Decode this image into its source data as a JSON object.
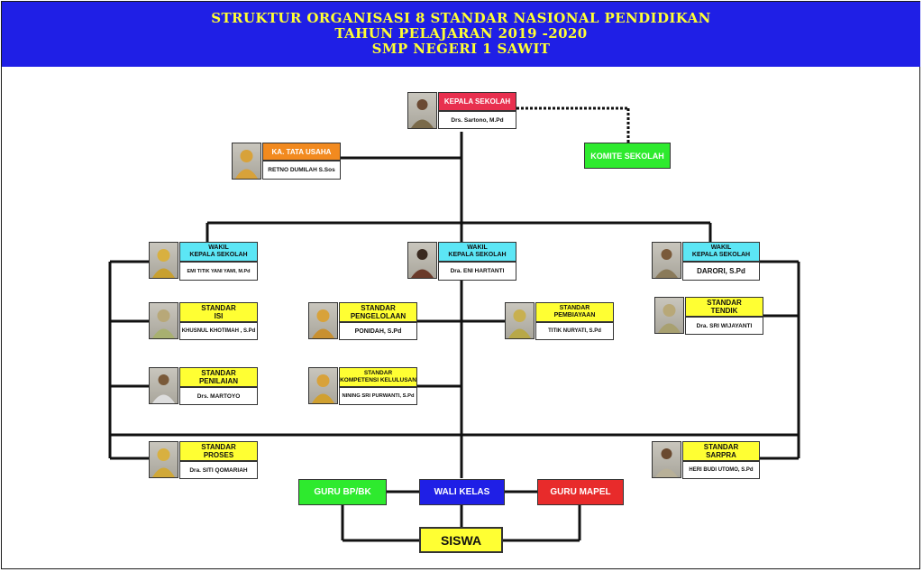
{
  "header": {
    "line1": "STRUKTUR ORGANISASI 8 STANDAR NASIONAL PENDIDIKAN",
    "line2": "TAHUN PELAJARAN 2019 -2020",
    "line3": "SMP NEGERI 1 SAWIT"
  },
  "kepala_sekolah": {
    "title": "KEPALA SEKOLAH",
    "name": "Drs. Sartono, M.Pd"
  },
  "tata_usaha": {
    "title": "KA. TATA USAHA",
    "name": "RETNO DUMILAH S.Sos"
  },
  "komite": {
    "label": "KOMITE SEKOLAH"
  },
  "wakil_1": {
    "title": "WAKIL\nKEPALA SEKOLAH",
    "name": "EMI TITIK YANI YAMI, M.Pd"
  },
  "wakil_2": {
    "title": "WAKIL\nKEPALA SEKOLAH",
    "name": "Dra. ENI HARTANTI"
  },
  "wakil_3": {
    "title": "WAKIL\nKEPALA SEKOLAH",
    "name": "DARORI, S.Pd"
  },
  "standar_isi": {
    "title": "STANDAR\nISI",
    "name": "KHUSNUL KHOTIMAH , S.Pd"
  },
  "standar_penilaian": {
    "title": "STANDAR\nPENILAIAN",
    "name": "Drs. MARTOYO"
  },
  "standar_proses": {
    "title": "STANDAR\nPROSES",
    "name": "Dra. SITI QOMARIAH"
  },
  "standar_pengelolaan": {
    "title": "STANDAR\nPENGELOLAAN",
    "name": "PONIDAH, S.Pd"
  },
  "standar_kompetensi": {
    "title": "STANDAR\nKOMPETENSI KELULUSAN",
    "name": "NINING SRI PURWANTI, S.Pd"
  },
  "standar_pembiayaan": {
    "title": "STANDAR\nPEMBIAYAAN",
    "name": "TITIK NURYATI, S.Pd"
  },
  "standar_tendik": {
    "title": "STANDAR\nTENDIK",
    "name": "Dra. SRI WIJAYANTI"
  },
  "standar_sarpra": {
    "title": "STANDAR\nSARPRA",
    "name": "HERI BUDI UTOMO, S.Pd"
  },
  "guru_bk": {
    "label": "GURU BP/BK"
  },
  "wali_kelas": {
    "label": "WALI KELAS"
  },
  "guru_mapel": {
    "label": "GURU MAPEL"
  },
  "siswa": {
    "label": "SISWA"
  },
  "colors": {
    "header_bg": "#1f1fe6",
    "header_text": "#ffff33",
    "yellow": "#ffff33",
    "cyan": "#5ce6f5",
    "green": "#2eea2e",
    "blue": "#1f1fe6",
    "red": "#e82b2b",
    "orange": "#f28a1f",
    "pink_red": "#e8304f"
  }
}
